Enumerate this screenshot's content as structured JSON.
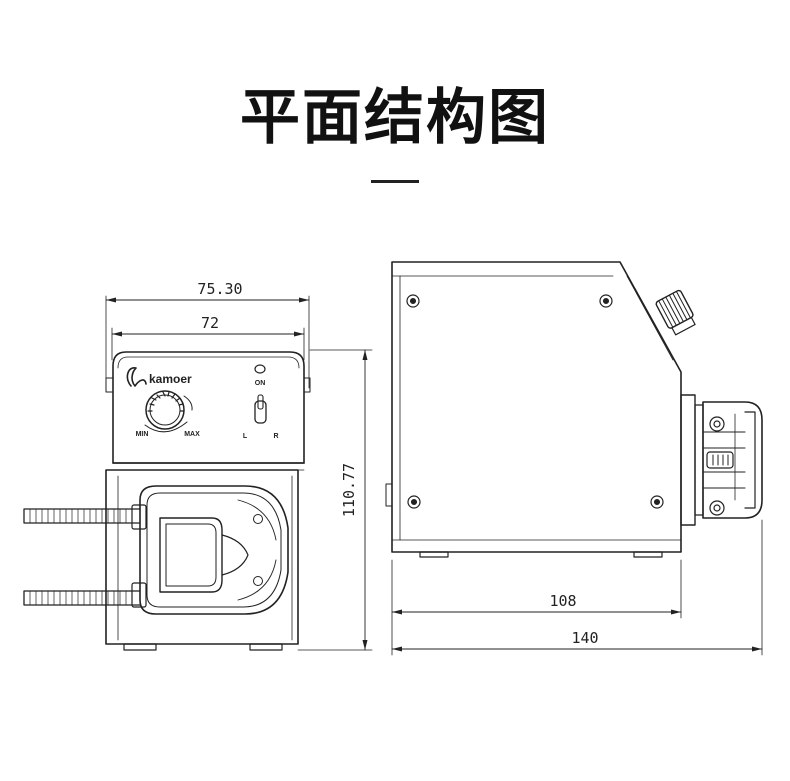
{
  "header": {
    "title": "平面结构图"
  },
  "front_view": {
    "brand": "kamoer",
    "indicator_label": "ON",
    "knob_min": "MIN",
    "knob_max": "MAX",
    "switch_left": "L",
    "switch_right": "R",
    "dim_overall_width": "75.30",
    "dim_body_width": "72",
    "dim_height": "110.77"
  },
  "side_view": {
    "dim_body_depth": "108",
    "dim_total_depth": "140"
  },
  "colors": {
    "line": "#222222",
    "background": "#ffffff"
  }
}
